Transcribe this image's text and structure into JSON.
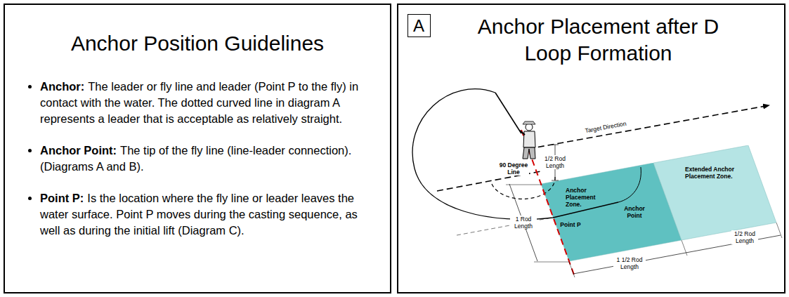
{
  "diagram": {
    "nodes": [
      {
        "text": [
          "Anchor Position Guidelines",
          "Anchor:",
          "The leader or fly line and leader (Point P to the fly) in contact with the water. The dotted curved line in diagram A represents a leader that is acceptable as relatively straight.",
          "Anchor Point:",
          "The tip of the fly line (line-leader connection). (Diagrams A and B).",
          "Point P:",
          "Is the location where the fly line or leader leaves the water surface. Point P moves during the casting sequence, as well as during the initial lift (Diagram C)."
        ]
      },
      {
        "text": [
          "Anchor Placement after D Loop Formation"
        ]
      },
      {
        "text": [
          "A"
        ],
        "in": 1
      },
      {
        "text": [
          "Anchor Placement Zone."
        ],
        "in": 1
      },
      {
        "text": [
          "Extended Anchor Placement Zone."
        ],
        "in": 1
      }
    ],
    "labels": [
      "Target Direction",
      "1/2 Rod Length",
      "90 Degree Line",
      "Anchor Point",
      "Point P",
      "1 Rod Length",
      "1 1/2 Rod Length",
      "1/2 Rod Length"
    ]
  }
}
